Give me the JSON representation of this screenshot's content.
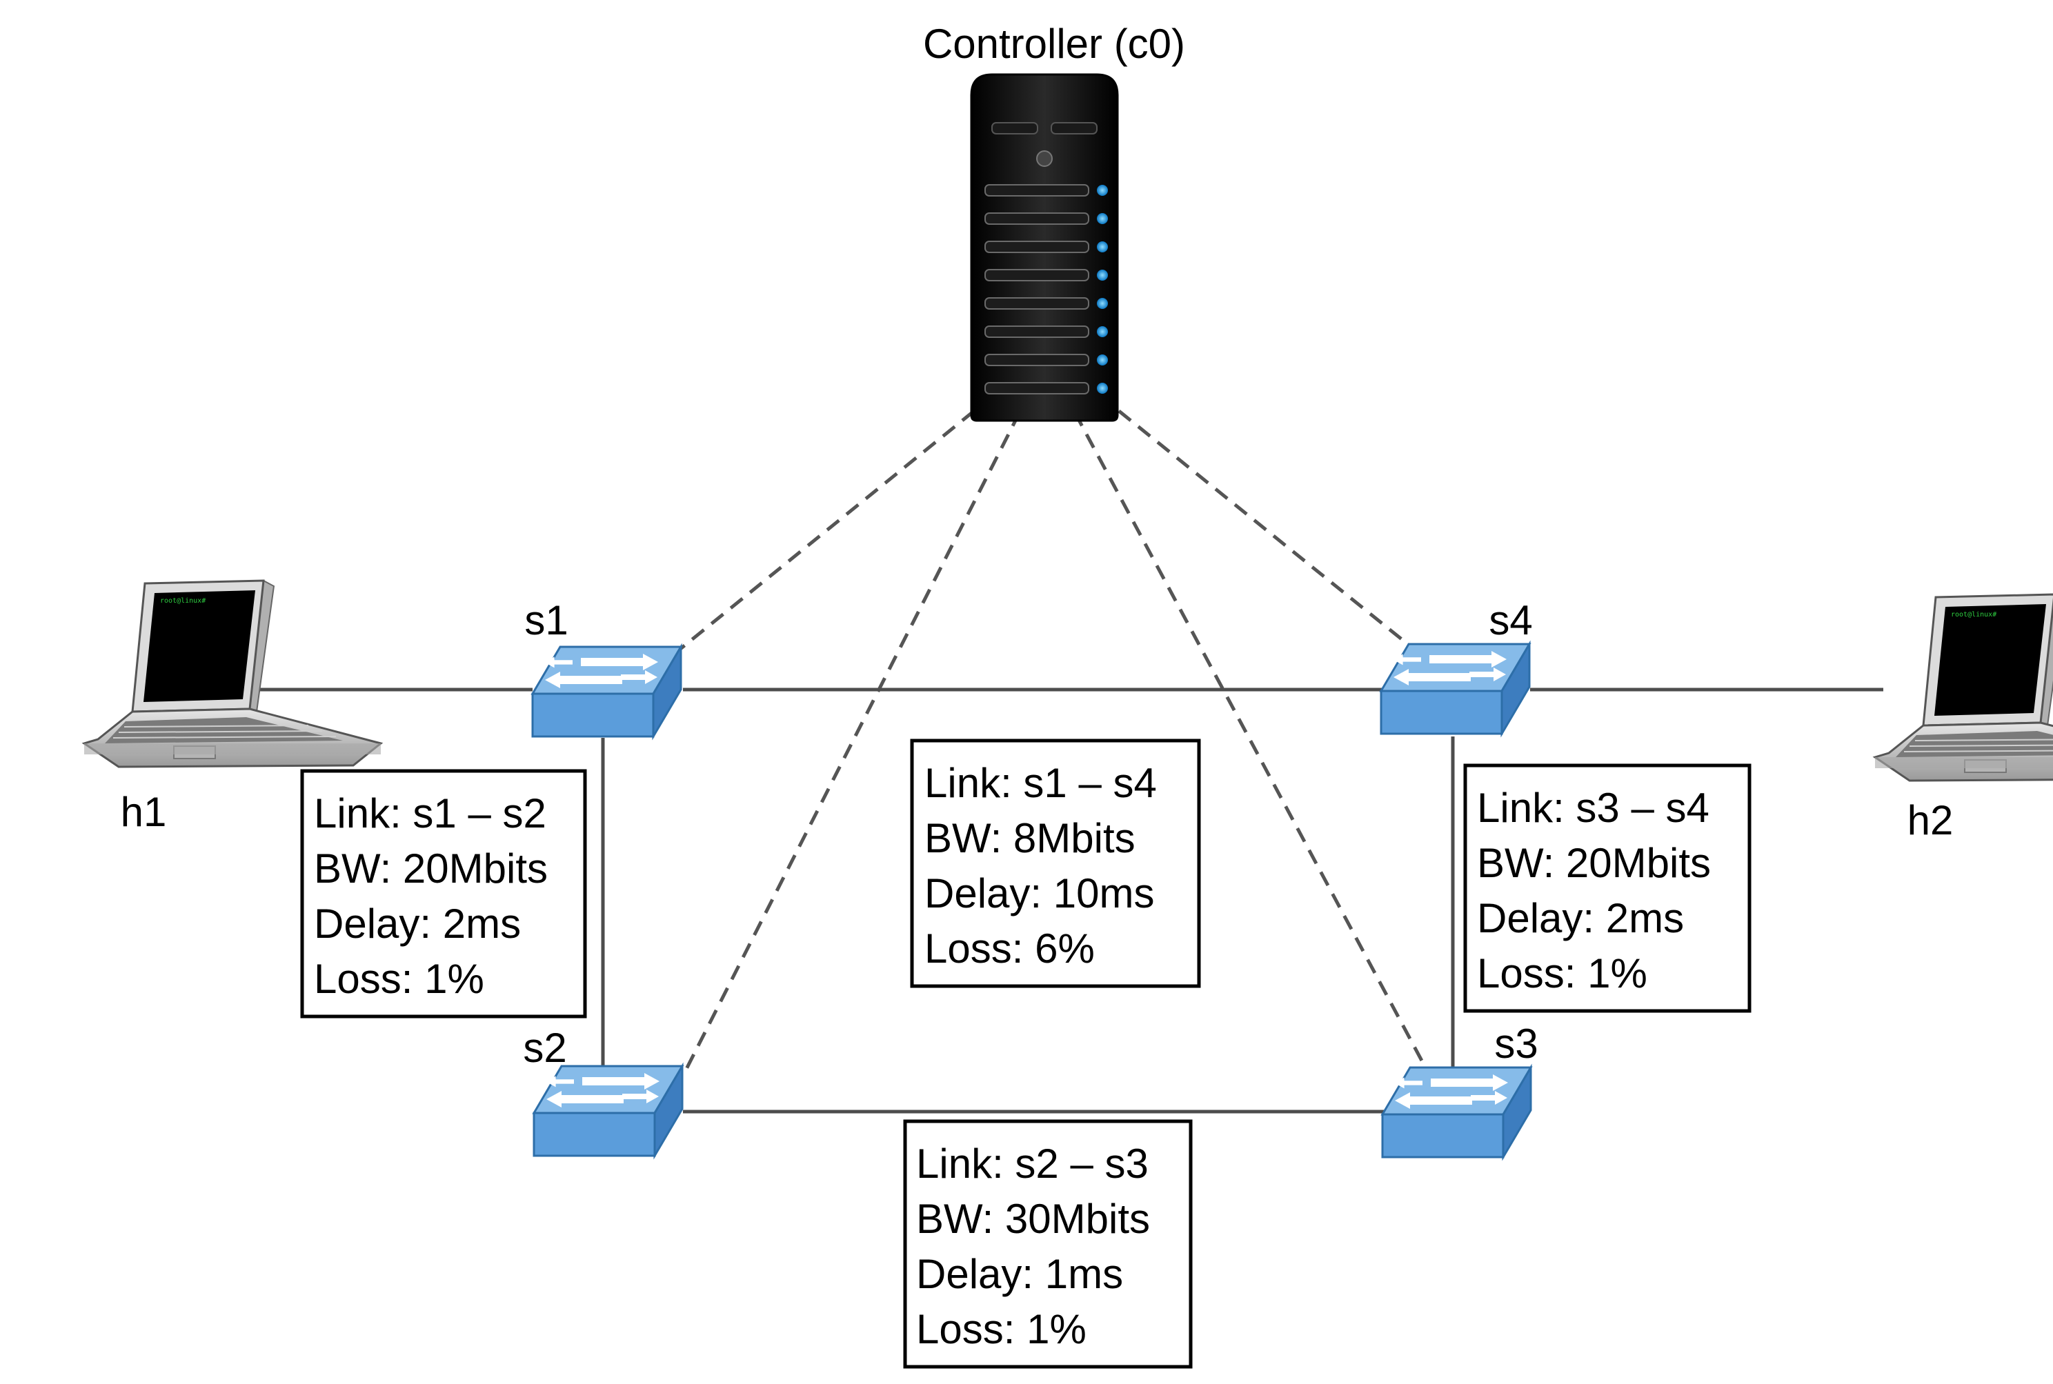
{
  "controller": {
    "label": "Controller (c0)",
    "icon": "server-tower-icon"
  },
  "hosts": [
    {
      "id": "h1",
      "label": "h1",
      "icon": "laptop-icon"
    },
    {
      "id": "h2",
      "label": "h2",
      "icon": "laptop-icon"
    }
  ],
  "switches": [
    {
      "id": "s1",
      "label": "s1",
      "icon": "switch-icon"
    },
    {
      "id": "s2",
      "label": "s2",
      "icon": "switch-icon"
    },
    {
      "id": "s3",
      "label": "s3",
      "icon": "switch-icon"
    },
    {
      "id": "s4",
      "label": "s4",
      "icon": "switch-icon"
    }
  ],
  "links": [
    {
      "from": "h1",
      "to": "s1",
      "style": "solid"
    },
    {
      "from": "s1",
      "to": "s4",
      "style": "solid"
    },
    {
      "from": "s4",
      "to": "h2",
      "style": "solid"
    },
    {
      "from": "s1",
      "to": "s2",
      "style": "solid"
    },
    {
      "from": "s2",
      "to": "s3",
      "style": "solid"
    },
    {
      "from": "s4",
      "to": "s3",
      "style": "solid"
    },
    {
      "from": "c0",
      "to": "s1",
      "style": "dashed"
    },
    {
      "from": "c0",
      "to": "s2",
      "style": "dashed"
    },
    {
      "from": "c0",
      "to": "s3",
      "style": "dashed"
    },
    {
      "from": "c0",
      "to": "s4",
      "style": "dashed"
    }
  ],
  "link_info": {
    "s1_s2": {
      "link": "Link: s1 – s2",
      "bw": "BW: 20Mbits",
      "delay": "Delay: 2ms",
      "loss": "Loss: 1%"
    },
    "s1_s4": {
      "link": "Link: s1 – s4",
      "bw": "BW: 8Mbits",
      "delay": "Delay: 10ms",
      "loss": "Loss: 6%"
    },
    "s3_s4": {
      "link": "Link: s3 – s4",
      "bw": "BW: 20Mbits",
      "delay": "Delay: 2ms",
      "loss": "Loss: 1%"
    },
    "s2_s3": {
      "link": "Link: s2 – s3",
      "bw": "BW: 30Mbits",
      "delay": "Delay: 1ms",
      "loss": "Loss: 1%"
    }
  },
  "colors": {
    "switch_top": "#7fb5e6",
    "switch_front": "#5a9bd8",
    "switch_side": "#3f7fbf",
    "server_body": "#111111",
    "server_led": "#1fa3e8",
    "laptop_screen": "#000000",
    "laptop_prompt": "#2ecc40"
  }
}
